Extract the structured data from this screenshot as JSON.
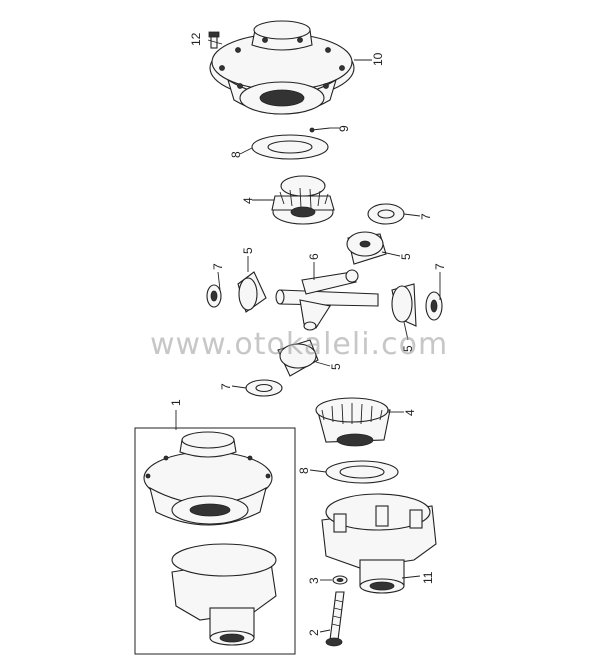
{
  "watermark": "www.otokaleli.com",
  "callouts": {
    "c1": "1",
    "c2": "2",
    "c3": "3",
    "c4a": "4",
    "c4b": "4",
    "c5a": "5",
    "c5b": "5",
    "c5c": "5",
    "c5d": "5",
    "c6": "6",
    "c7a": "7",
    "c7b": "7",
    "c7c": "7",
    "c7d": "7",
    "c8a": "8",
    "c8b": "8",
    "c9": "9",
    "c10": "10",
    "c11": "11",
    "c12": "12"
  }
}
